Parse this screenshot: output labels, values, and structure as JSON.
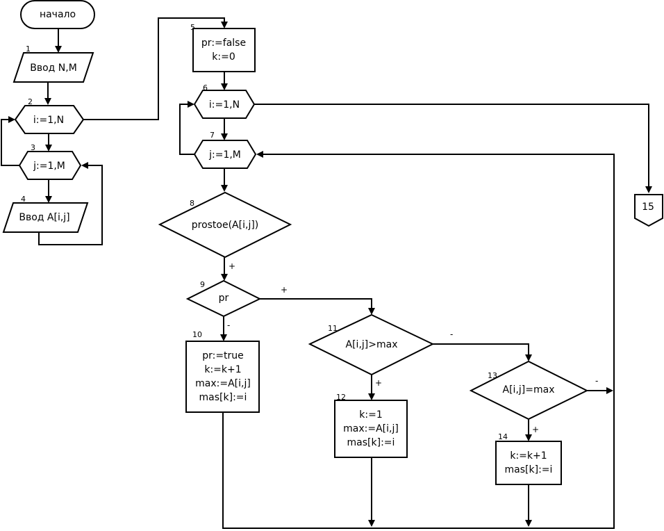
{
  "colors": {
    "stroke": "#000000",
    "fill": "#ffffff",
    "text": "#000000"
  },
  "blocks": {
    "start": {
      "text": "начало"
    },
    "b1": {
      "num": "1",
      "text": "Ввод N,M"
    },
    "b2": {
      "num": "2",
      "text": "i:=1,N"
    },
    "b3": {
      "num": "3",
      "text": "j:=1,M"
    },
    "b4": {
      "num": "4",
      "text": "Ввод A[i,j]"
    },
    "b5": {
      "num": "5",
      "lines": [
        "pr:=false",
        "k:=0"
      ]
    },
    "b6": {
      "num": "6",
      "text": "i:=1,N"
    },
    "b7": {
      "num": "7",
      "text": "j:=1,M"
    },
    "b8": {
      "num": "8",
      "text": "prostoe(A[i,j])"
    },
    "b9": {
      "num": "9",
      "text": "pr"
    },
    "b10": {
      "num": "10",
      "lines": [
        "pr:=true",
        "k:=k+1",
        "max:=A[i,j]",
        "mas[k]:=i"
      ]
    },
    "b11": {
      "num": "11",
      "text": "A[i,j]>max"
    },
    "b12": {
      "num": "12",
      "lines": [
        "k:=1",
        "max:=A[i,j]",
        "mas[k]:=i"
      ]
    },
    "b13": {
      "num": "13",
      "text": "A[i,j]=max"
    },
    "b14": {
      "num": "14",
      "lines": [
        "k:=k+1",
        "mas[k]:=i"
      ]
    },
    "b15": {
      "text": "15"
    }
  },
  "branch_labels": {
    "b8_yes": "+",
    "b9_yes": "+",
    "b9_no": "-",
    "b11_yes": "+",
    "b11_no": "-",
    "b13_yes": "+",
    "b13_no": "-"
  }
}
